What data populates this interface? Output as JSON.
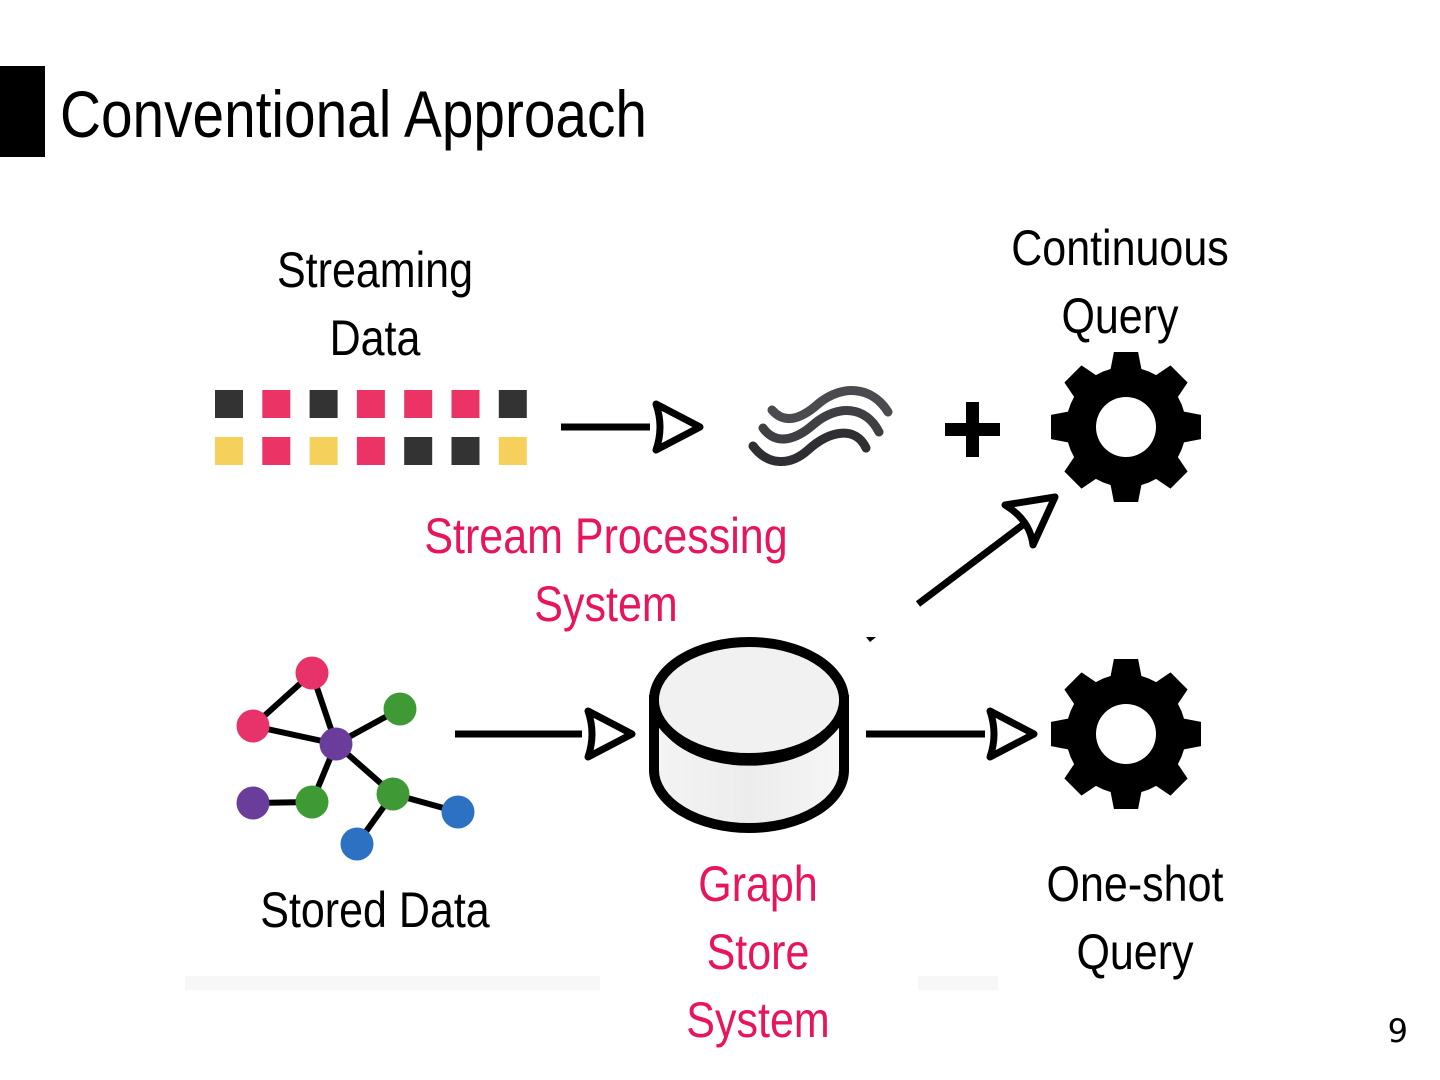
{
  "slide": {
    "title": "Conventional Approach",
    "page_number": "9"
  },
  "labels": {
    "streaming_data": [
      "Streaming",
      "Data"
    ],
    "continuous_query": [
      "Continuous",
      "Query"
    ],
    "stream_processing_system": [
      "Stream Processing",
      "System"
    ],
    "stored_data": "Stored Data",
    "graph_store_system": [
      "Graph",
      "Store",
      "System"
    ],
    "one_shot_query": [
      "One-shot",
      "Query"
    ]
  },
  "streaming_squares": {
    "row1": [
      "dark",
      "pink",
      "dark",
      "pink",
      "pink",
      "pink",
      "dark"
    ],
    "row2": [
      "yellow",
      "pink",
      "yellow",
      "pink",
      "dark",
      "dark",
      "yellow"
    ]
  },
  "colors": {
    "dark": "#333333",
    "pink": "#ec3366",
    "yellow": "#f5d05a",
    "accent_text": "#e8145c",
    "node_pink": "#e8336a",
    "node_purple": "#6a3d9a",
    "node_green": "#3f9a35",
    "node_blue": "#2d72c2"
  },
  "graph_nodes": [
    {
      "id": "a",
      "color": "node_pink"
    },
    {
      "id": "b",
      "color": "node_pink"
    },
    {
      "id": "c",
      "color": "node_purple"
    },
    {
      "id": "d",
      "color": "node_green"
    },
    {
      "id": "e",
      "color": "node_purple"
    },
    {
      "id": "f",
      "color": "node_green"
    },
    {
      "id": "g",
      "color": "node_green"
    },
    {
      "id": "h",
      "color": "node_blue"
    },
    {
      "id": "i",
      "color": "node_blue"
    }
  ],
  "graph_edges": [
    [
      "a",
      "b"
    ],
    [
      "a",
      "c"
    ],
    [
      "b",
      "c"
    ],
    [
      "c",
      "d"
    ],
    [
      "c",
      "f"
    ],
    [
      "c",
      "g"
    ],
    [
      "e",
      "f"
    ],
    [
      "g",
      "h"
    ],
    [
      "g",
      "i"
    ]
  ],
  "icons": {
    "stream": "stream-waves-icon",
    "plus": "plus-icon",
    "continuous_query": "gear-icon",
    "one_shot_query": "gear-icon",
    "graph_store": "database-cylinder-icon",
    "stored_data": "graph-network-icon"
  }
}
